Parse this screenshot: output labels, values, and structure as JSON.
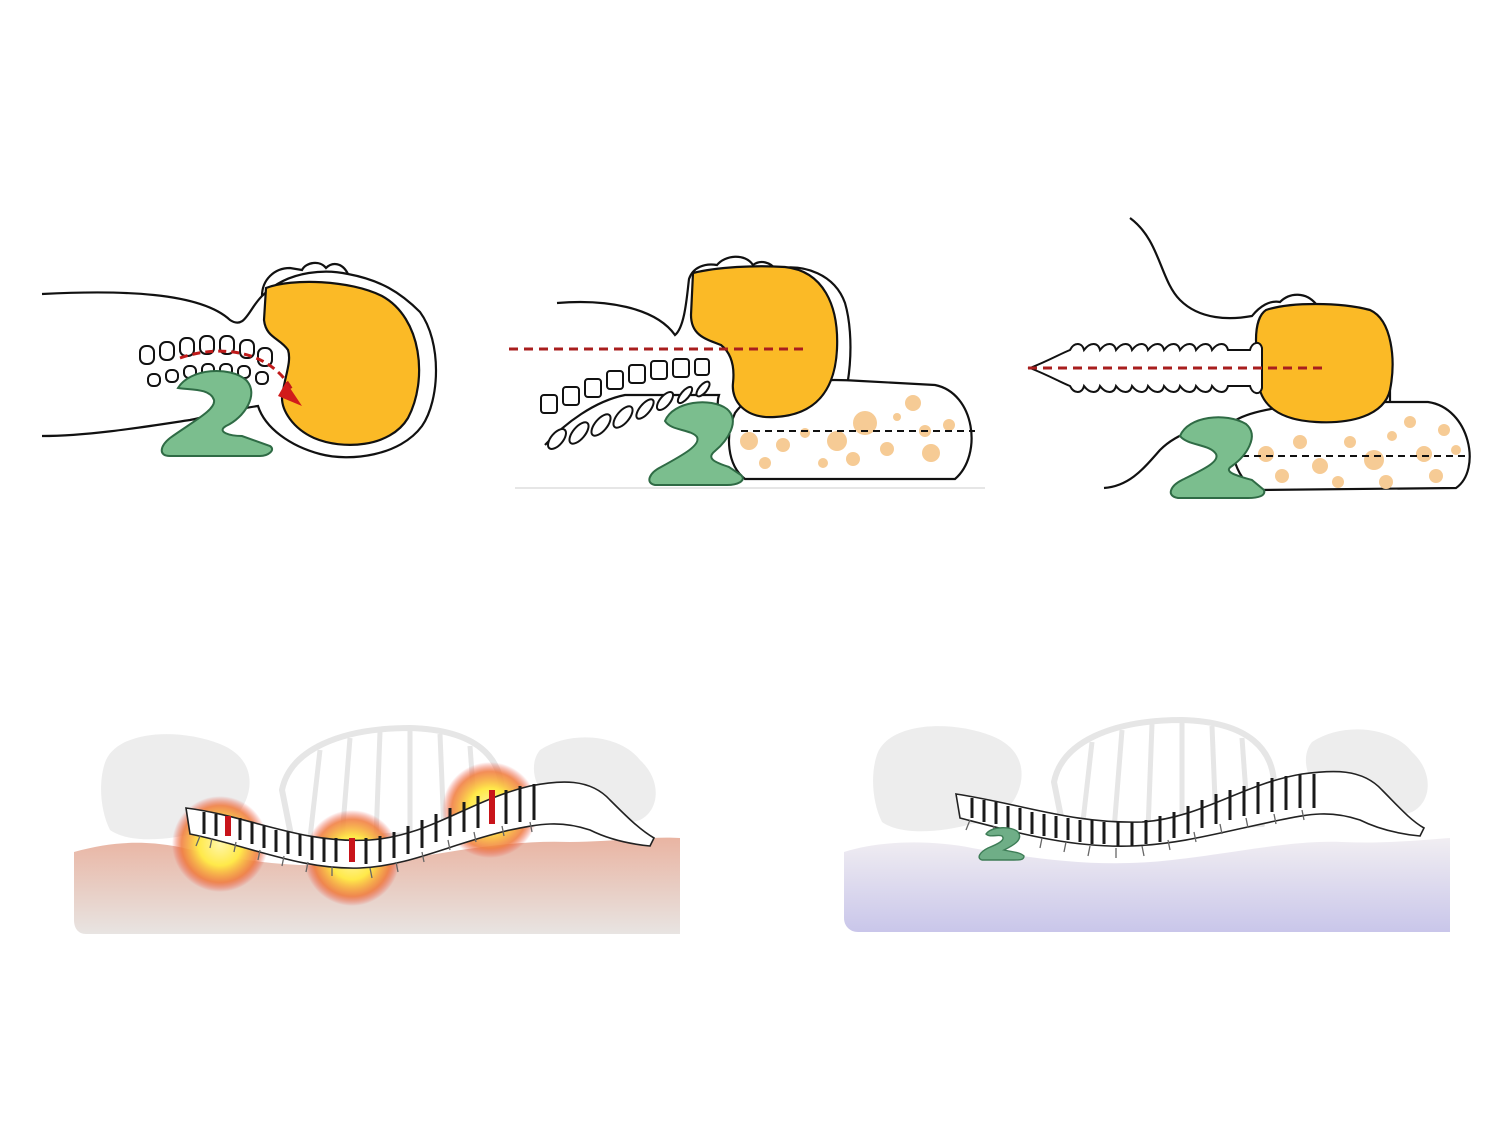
{
  "colors": {
    "head_fill": "#FBBA26",
    "outline": "#111111",
    "support_green": "#7BBE8E",
    "support_green_dark": "#2F6B45",
    "alignment_line": "#A81E1E",
    "pillow_dot": "#F6CB95",
    "pillow_line": "#111111",
    "pain_red": "#E83A2E",
    "pain_yellow": "#FFE94A",
    "mattress_warm_top": "#E9B4A2",
    "mattress_warm_bottom": "#E8E4E2",
    "mattress_cool_top": "#F1EEF2",
    "mattress_cool_bottom": "#C9C6EA",
    "ghost_gray": "#EDEDED",
    "vertebra_dark": "#1A1A1A"
  },
  "figures": [
    {
      "id": "neck-without-pillow-alignment",
      "icon": "neck-curve-arrow-icon"
    },
    {
      "id": "side-sleeping-with-pillow",
      "icon": "side-alignment-icon"
    },
    {
      "id": "back-sleeping-with-pillow",
      "icon": "back-alignment-icon"
    }
  ],
  "comparisons": [
    {
      "id": "spine-on-unsupportive-mattress",
      "pain_points": 3,
      "icon": "pain-spine-icon"
    },
    {
      "id": "spine-with-support",
      "pain_points": 0,
      "icon": "aligned-spine-icon"
    }
  ]
}
